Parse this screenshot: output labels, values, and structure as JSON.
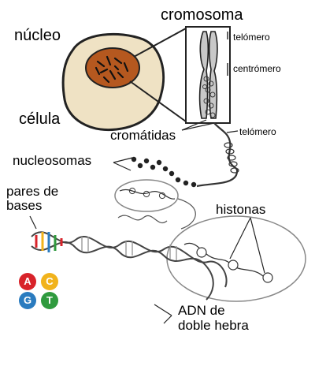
{
  "labels": {
    "nucleus": "núcleo",
    "cell": "célula",
    "chromosome": "cromosoma",
    "telomere_top": "telómero",
    "centromere": "centrómero",
    "chromatids": "cromátidas",
    "telomere_bottom": "telómero",
    "nucleosomes": "nucleosomas",
    "base_pairs": "pares de\nbases",
    "histones": "histonas",
    "dna": "ADN de\ndoble hebra"
  },
  "bases": [
    {
      "letter": "A",
      "color": "#d8232a"
    },
    {
      "letter": "C",
      "color": "#f1b31c"
    },
    {
      "letter": "G",
      "color": "#2a7bbf"
    },
    {
      "letter": "T",
      "color": "#2f9a3e"
    }
  ],
  "colors": {
    "cell_fill": "#efe2c4",
    "nucleus_fill": "#b5581f",
    "chromosome_fill": "#c8c8c8"
  }
}
